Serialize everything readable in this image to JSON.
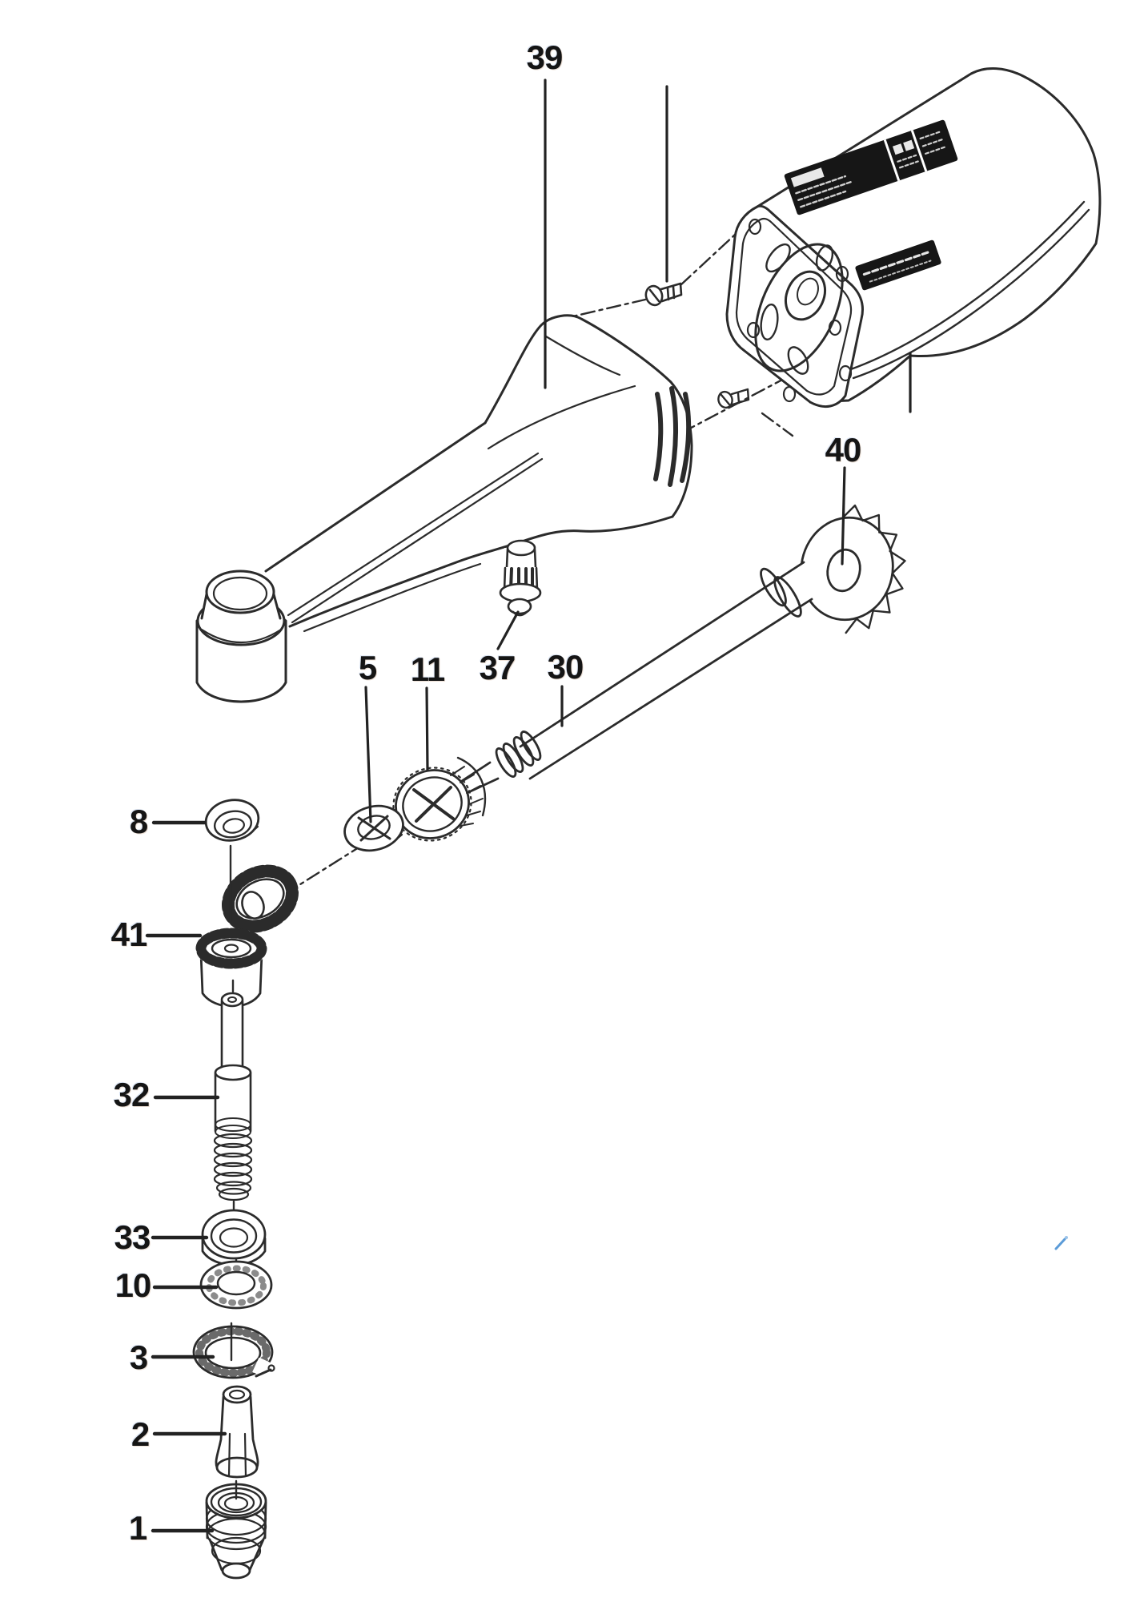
{
  "diagram": {
    "kind": "exploded-parts-diagram",
    "background": "#ffffff",
    "ink_color": "#2b2b2b",
    "label_color": "#151515",
    "nameplate_color": "#161616",
    "stray_mark_color": "#5b9bd8",
    "callouts": [
      {
        "number": "39"
      },
      {
        "number": "40"
      },
      {
        "number": "5"
      },
      {
        "number": "11"
      },
      {
        "number": "37"
      },
      {
        "number": "30"
      },
      {
        "number": "8"
      },
      {
        "number": "41"
      },
      {
        "number": "32"
      },
      {
        "number": "33"
      },
      {
        "number": "10"
      },
      {
        "number": "3"
      },
      {
        "number": "2"
      },
      {
        "number": "1"
      }
    ]
  }
}
